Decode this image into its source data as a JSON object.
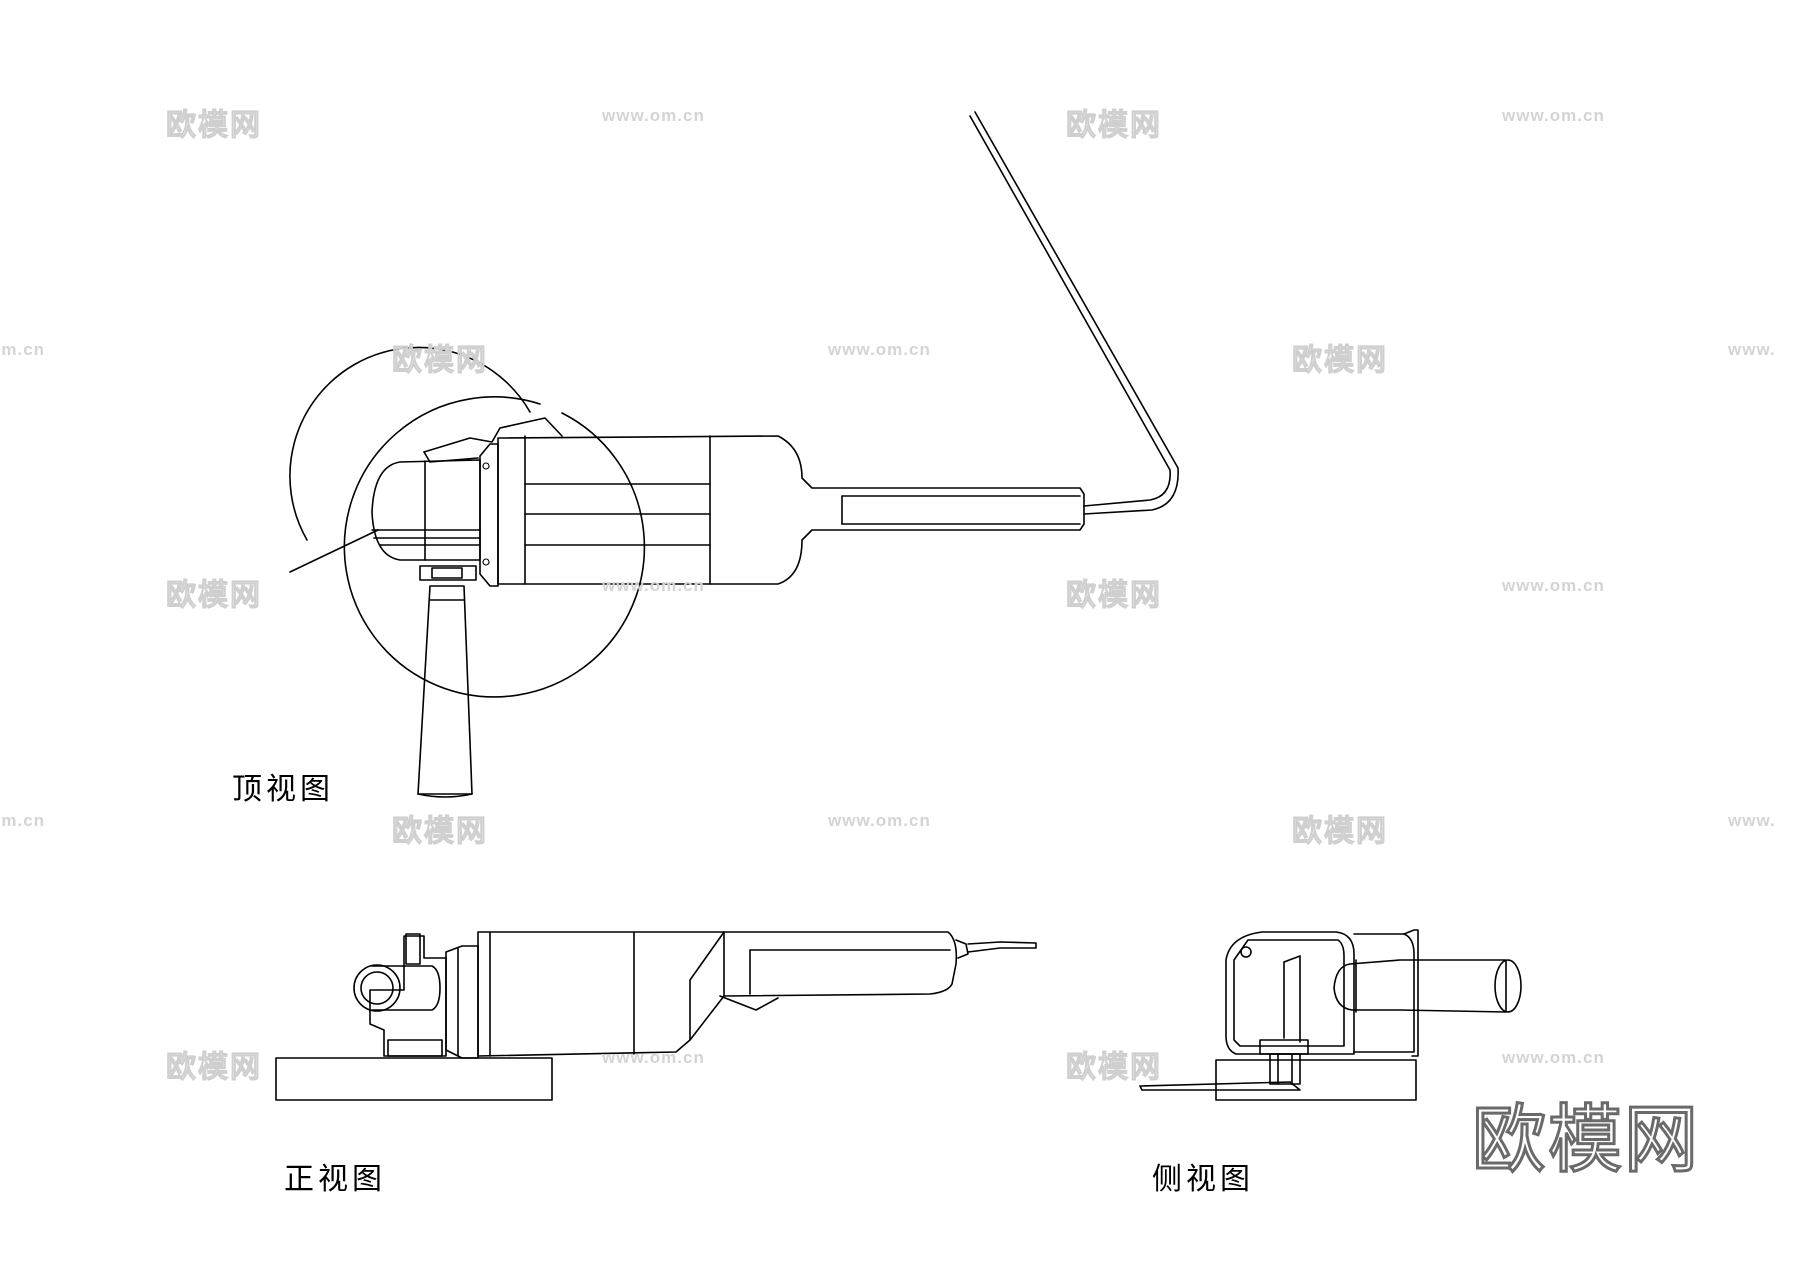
{
  "captions": {
    "top_view": "顶视图",
    "front_view": "正视图",
    "side_view": "侧视图"
  },
  "logo": {
    "text": "欧模网"
  },
  "watermark": {
    "brand": "欧模网",
    "url": "www.om.cn"
  },
  "colors": {
    "line": "#000000",
    "background": "#ffffff",
    "watermark": "#d4d4d4",
    "logo_outline": "#6a6a6a"
  }
}
